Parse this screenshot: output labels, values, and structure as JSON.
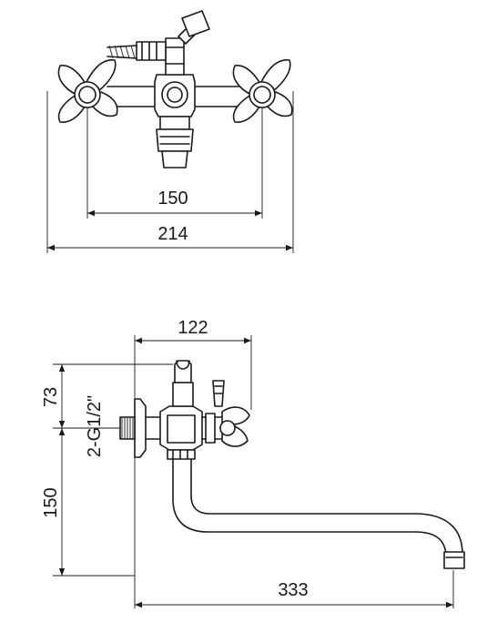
{
  "front_view": {
    "dim_handle_centers": "150",
    "dim_overall_width": "214"
  },
  "side_view": {
    "dim_projection": "122",
    "dim_upper_height": "73",
    "dim_thread": "2-G1/2\"",
    "dim_lower_height": "150",
    "dim_spout_length": "333"
  }
}
